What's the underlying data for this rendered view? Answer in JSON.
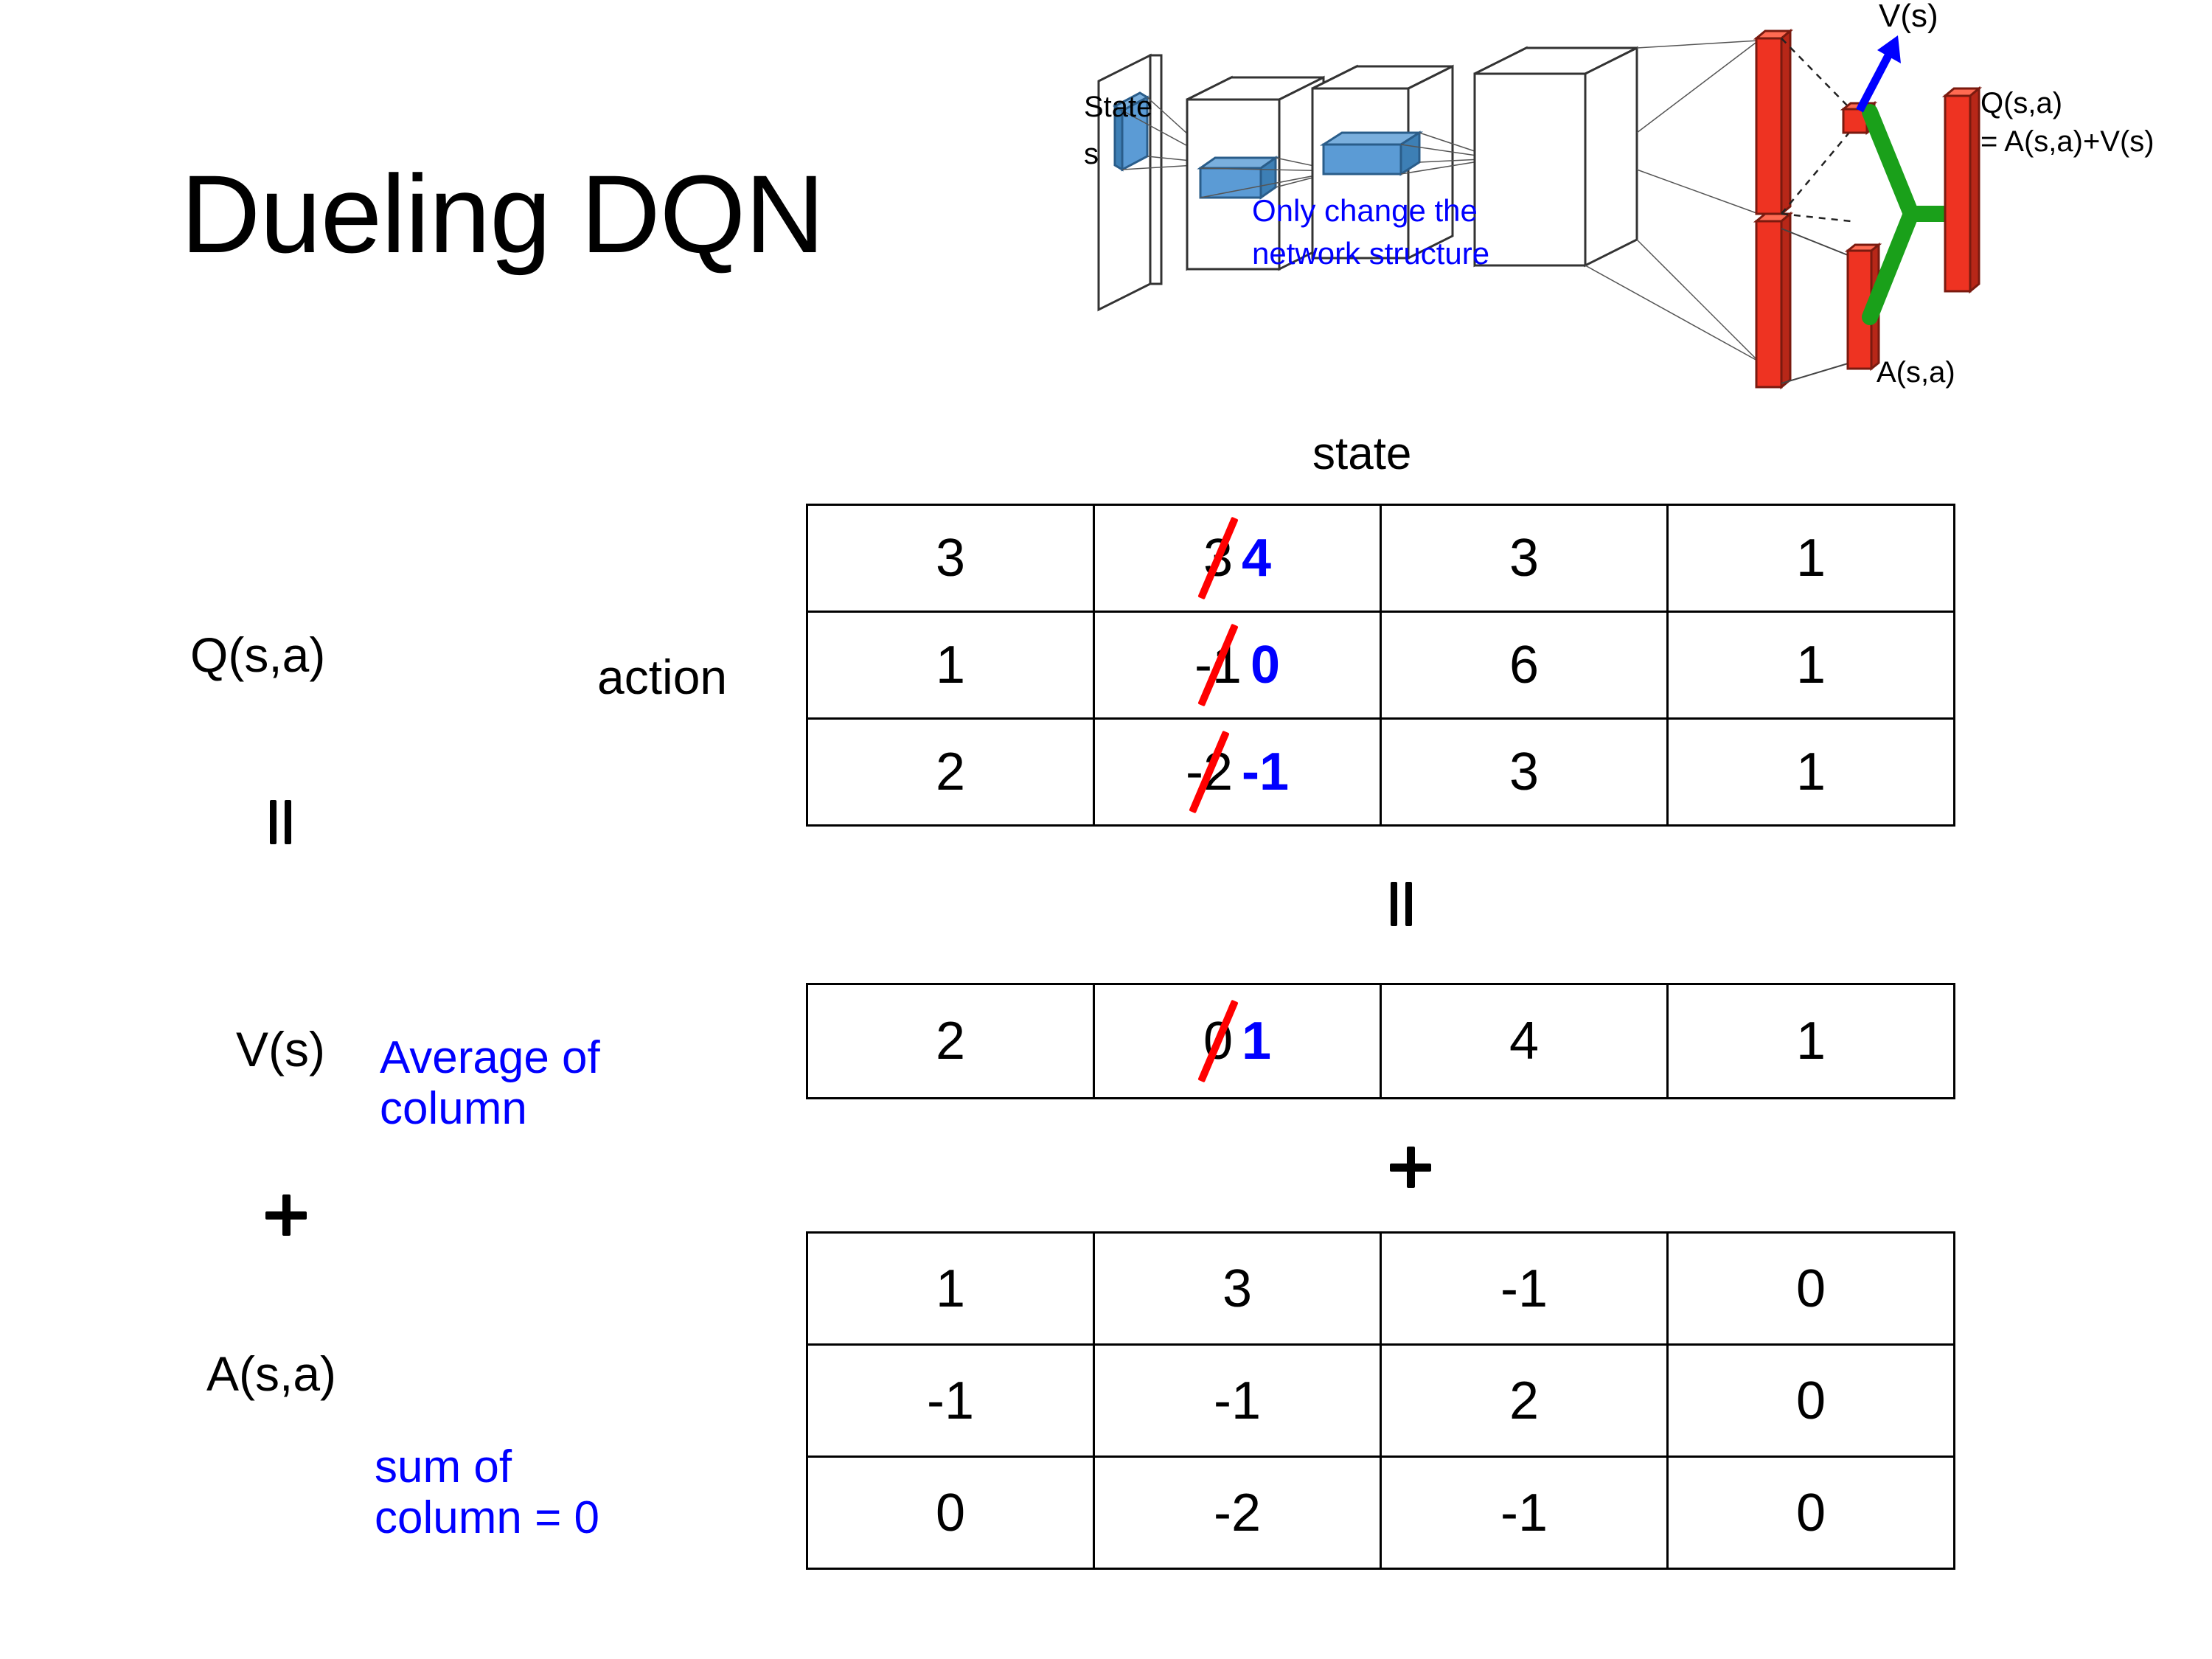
{
  "title": "Dueling DQN",
  "colors": {
    "correction_blue": "#0000FF",
    "strike_red": "#FF0000",
    "bar_red": "#EE3322",
    "bar_green": "#1AA01A",
    "cube_blue": "#5B9BD5",
    "text_black": "#000000"
  },
  "labels": {
    "q_label": "Q(s,a)",
    "v_label": "V(s)",
    "a_label": "A(s,a)",
    "action_axis": "action",
    "state_axis": "state",
    "average_note": "Average of\ncolumn",
    "sum_note": "sum of\ncolumn = 0",
    "equals_symbol": "=",
    "plus_symbol": "+"
  },
  "diagram": {
    "state_label": "State",
    "state_sub": "s",
    "note": "Only change the\nnetwork structure",
    "v_output": "V(s)",
    "a_output": "A(s,a)",
    "q_output": "Q(s,a)",
    "q_formula": "= A(s,a)+V(s)"
  },
  "chart_data": {
    "type": "table",
    "title": "Dueling DQN decomposition Q(s,a) = V(s) + A(s,a)",
    "tables": [
      {
        "name": "q_table",
        "label": "Q(s,a)",
        "row_axis": "action",
        "col_axis": "state",
        "rows": 3,
        "cols": 4,
        "cells": [
          [
            {
              "value": "3"
            },
            {
              "value": "3",
              "struck": true,
              "corrected": "4"
            },
            {
              "value": "3"
            },
            {
              "value": "1"
            }
          ],
          [
            {
              "value": "1"
            },
            {
              "value": "-1",
              "struck": true,
              "corrected": "0"
            },
            {
              "value": "6"
            },
            {
              "value": "1"
            }
          ],
          [
            {
              "value": "2"
            },
            {
              "value": "-2",
              "struck": true,
              "corrected": "-1"
            },
            {
              "value": "3"
            },
            {
              "value": "1"
            }
          ]
        ]
      },
      {
        "name": "v_table",
        "label": "V(s)",
        "rows": 1,
        "cols": 4,
        "cells": [
          [
            {
              "value": "2"
            },
            {
              "value": "0",
              "struck": true,
              "corrected": "1"
            },
            {
              "value": "4"
            },
            {
              "value": "1"
            }
          ]
        ]
      },
      {
        "name": "a_table",
        "label": "A(s,a)",
        "rows": 3,
        "cols": 4,
        "cells": [
          [
            {
              "value": "1"
            },
            {
              "value": "3"
            },
            {
              "value": "-1"
            },
            {
              "value": "0"
            }
          ],
          [
            {
              "value": "-1"
            },
            {
              "value": "-1"
            },
            {
              "value": "2"
            },
            {
              "value": "0"
            }
          ],
          [
            {
              "value": "0"
            },
            {
              "value": "-2"
            },
            {
              "value": "-1"
            },
            {
              "value": "0"
            }
          ]
        ]
      }
    ],
    "operators": [
      "=",
      "+"
    ],
    "annotations": [
      "Average of column",
      "sum of column = 0"
    ]
  }
}
